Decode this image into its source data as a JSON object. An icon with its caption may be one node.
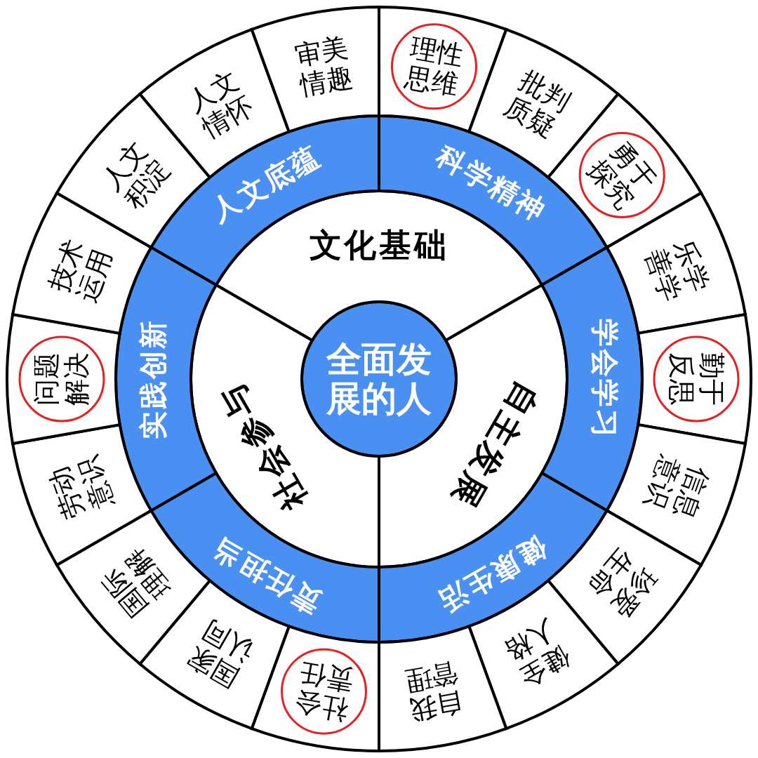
{
  "diagram": {
    "nodes": [
      {
        "text": [
          "全面发展的人"
        ]
      },
      {
        "text": [
          "文化基础"
        ]
      },
      {
        "text": [
          "自主发展"
        ]
      },
      {
        "text": [
          "社会参与"
        ]
      },
      {
        "text": [
          "人文底蕴"
        ]
      },
      {
        "text": [
          "科学精神"
        ]
      },
      {
        "text": [
          "学会学习"
        ]
      },
      {
        "text": [
          "健康生活"
        ]
      },
      {
        "text": [
          "责任担当"
        ]
      },
      {
        "text": [
          "实践创新"
        ]
      },
      {
        "text": [],
        "shape": "sector"
      },
      {
        "text": [
          "理性思维"
        ],
        "in": 10
      },
      {
        "text": [
          "批判质疑"
        ]
      },
      {
        "text": [],
        "shape": "sector"
      },
      {
        "text": [
          "勇于探究"
        ],
        "in": 13
      },
      {
        "text": [
          "乐学善学"
        ]
      },
      {
        "text": [],
        "shape": "sector"
      },
      {
        "text": [
          "勤于反思"
        ],
        "in": 16
      },
      {
        "text": [
          "信息意识"
        ]
      },
      {
        "text": [
          "珍爱生命"
        ]
      },
      {
        "text": [
          "健全人格"
        ]
      },
      {
        "text": [
          "自我管理"
        ]
      },
      {
        "text": [],
        "shape": "sector"
      },
      {
        "text": [
          "社会责任"
        ],
        "in": 22
      },
      {
        "text": [
          "国家认同"
        ]
      },
      {
        "text": [
          "国际理解"
        ]
      },
      {
        "text": [
          "劳动意识"
        ]
      },
      {
        "text": [],
        "shape": "sector"
      },
      {
        "text": [
          "问题解决"
        ],
        "in": 27
      },
      {
        "text": [
          "技术运用"
        ]
      },
      {
        "text": [
          "人文积淀"
        ]
      },
      {
        "text": [
          "人文情怀"
        ]
      },
      {
        "text": [
          "审美情趣"
        ]
      }
    ]
  }
}
